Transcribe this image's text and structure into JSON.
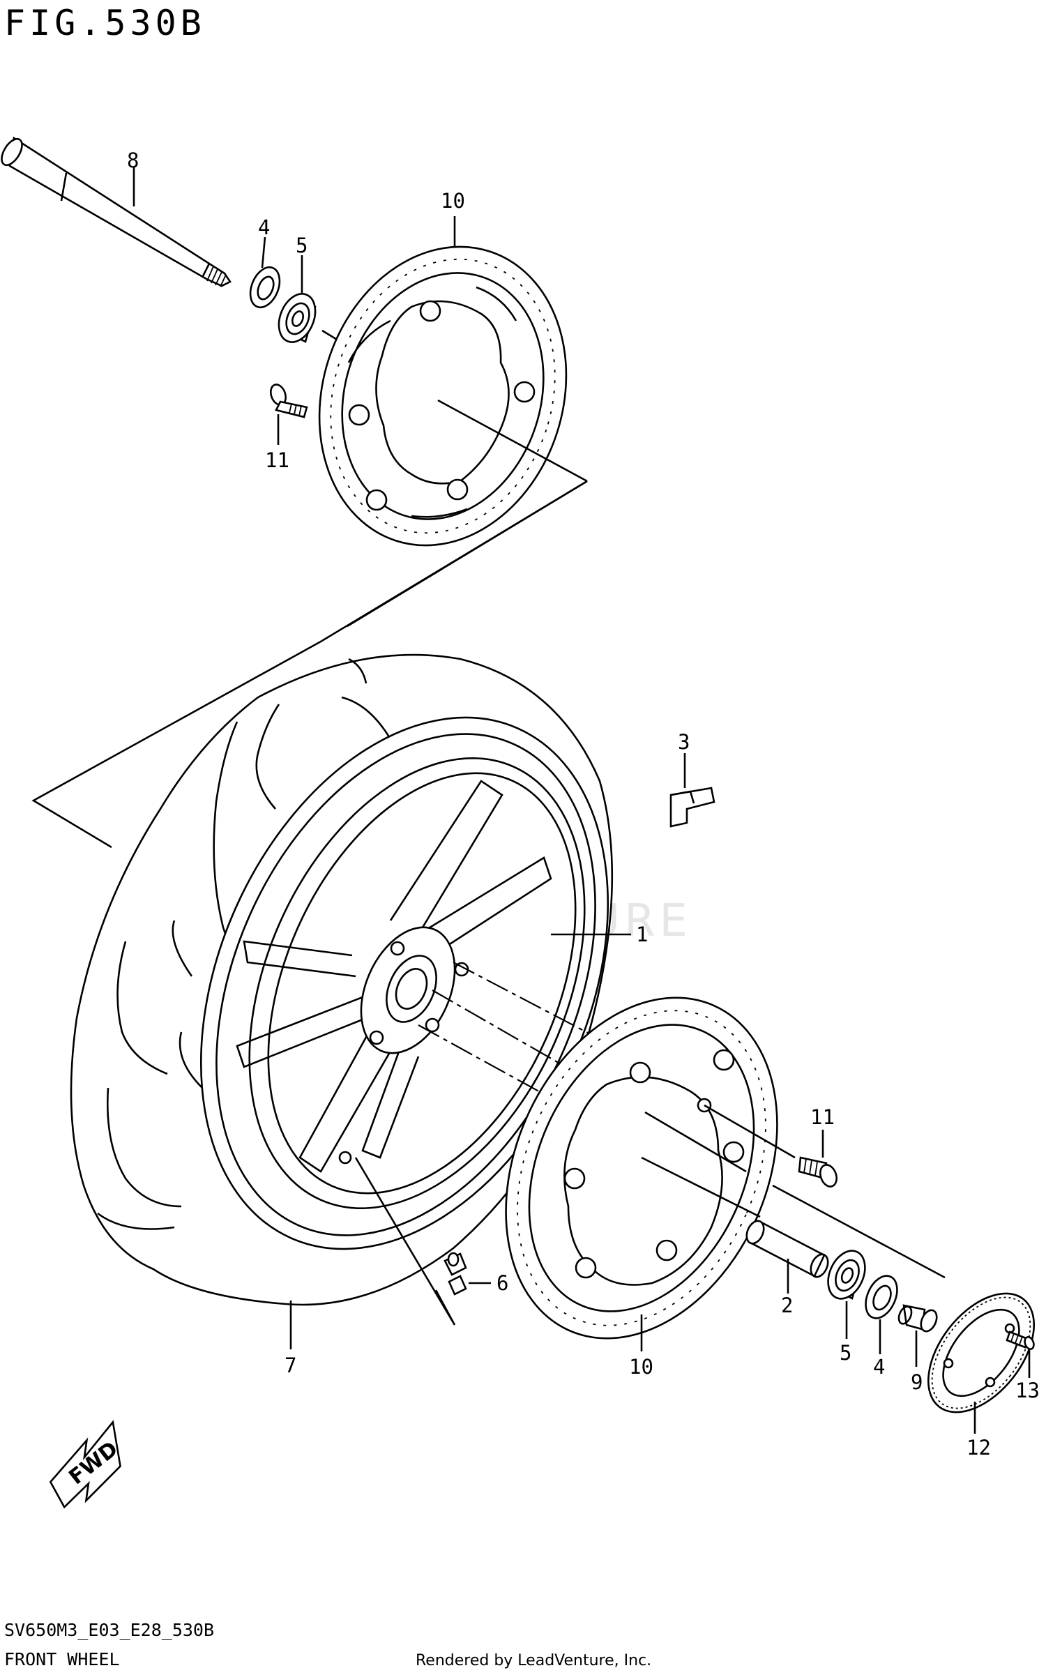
{
  "figure": {
    "title": "FIG.530B",
    "model_code": "SV650M3_E03_E28_530B",
    "section_title": "FRONT WHEEL",
    "credit": "Rendered by LeadVenture, Inc.",
    "watermark": "LEADVENTURE",
    "direction_badge": "FWD"
  },
  "callouts": [
    {
      "id": "c8a",
      "label": "8"
    },
    {
      "id": "c4a",
      "label": "4"
    },
    {
      "id": "c5a",
      "label": "5"
    },
    {
      "id": "c10a",
      "label": "10"
    },
    {
      "id": "c11a",
      "label": "11"
    },
    {
      "id": "c3",
      "label": "3"
    },
    {
      "id": "c1",
      "label": "1"
    },
    {
      "id": "c11b",
      "label": "11"
    },
    {
      "id": "c6",
      "label": "6"
    },
    {
      "id": "c2",
      "label": "2"
    },
    {
      "id": "c7",
      "label": "7"
    },
    {
      "id": "c10b",
      "label": "10"
    },
    {
      "id": "c5b",
      "label": "5"
    },
    {
      "id": "c4b",
      "label": "4"
    },
    {
      "id": "c9",
      "label": "9"
    },
    {
      "id": "c13",
      "label": "13"
    },
    {
      "id": "c12",
      "label": "12"
    }
  ]
}
